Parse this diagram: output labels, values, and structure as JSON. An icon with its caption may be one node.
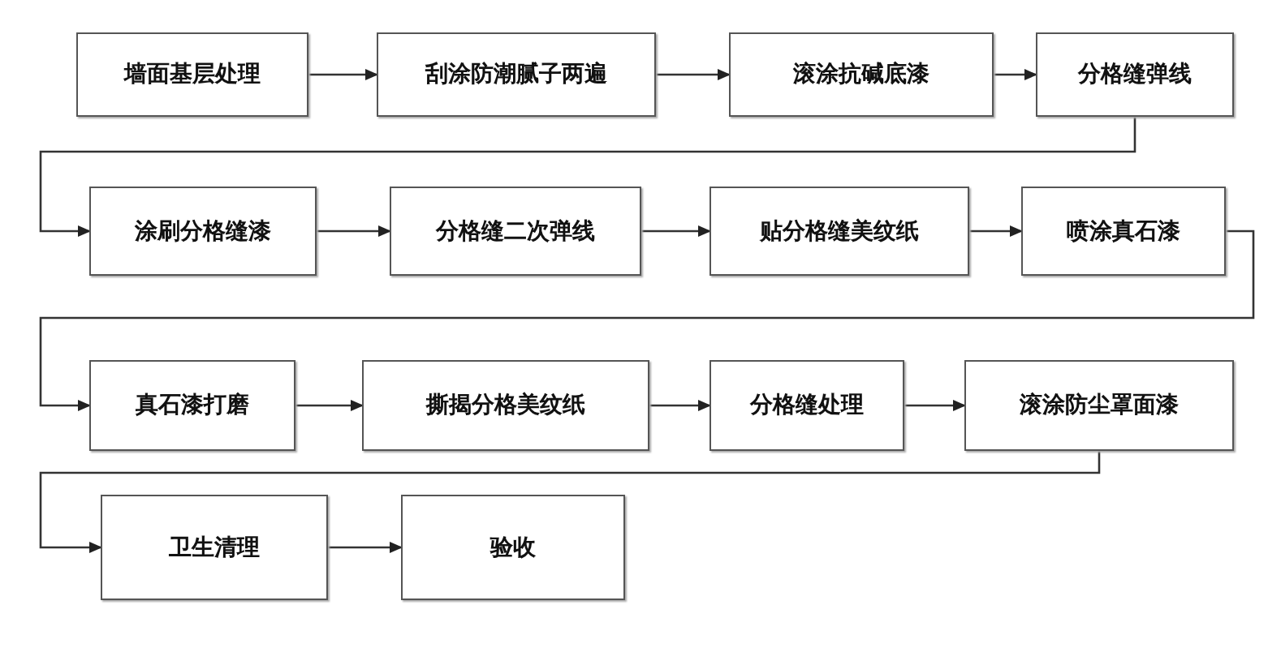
{
  "diagram": {
    "nodes": [
      {
        "text": [
          "墙面基层处理"
        ]
      },
      {
        "text": [
          "刮涂防潮腻子两遍"
        ]
      },
      {
        "text": [
          "滚涂抗碱底漆"
        ]
      },
      {
        "text": [
          "分格缝弹线"
        ]
      },
      {
        "text": [
          "涂刷分格缝漆"
        ]
      },
      {
        "text": [
          "分格缝二次弹线"
        ]
      },
      {
        "text": [
          "贴分格缝美纹纸"
        ]
      },
      {
        "text": [
          "喷涂真石漆"
        ]
      },
      {
        "text": [
          "真石漆打磨"
        ]
      },
      {
        "text": [
          "撕揭分格美纹纸"
        ]
      },
      {
        "text": [
          "分格缝处理"
        ]
      },
      {
        "text": [
          "滚涂防尘罩面漆"
        ]
      },
      {
        "text": [
          "卫生清理"
        ]
      },
      {
        "text": [
          "验收"
        ]
      }
    ],
    "edges": [
      {
        "from": 0,
        "to": 1,
        "arrow": "to"
      },
      {
        "from": 1,
        "to": 2,
        "arrow": "to"
      },
      {
        "from": 2,
        "to": 3,
        "arrow": "to"
      },
      {
        "from": 3,
        "to": 4,
        "arrow": "to"
      },
      {
        "from": 4,
        "to": 5,
        "arrow": "to"
      },
      {
        "from": 5,
        "to": 6,
        "arrow": "to"
      },
      {
        "from": 6,
        "to": 7,
        "arrow": "to"
      },
      {
        "from": 7,
        "to": 8,
        "arrow": "to"
      },
      {
        "from": 8,
        "to": 9,
        "arrow": "to"
      },
      {
        "from": 9,
        "to": 10,
        "arrow": "to"
      },
      {
        "from": 10,
        "to": 11,
        "arrow": "to"
      },
      {
        "from": 11,
        "to": 12,
        "arrow": "to"
      },
      {
        "from": 12,
        "to": 13,
        "arrow": "to"
      }
    ]
  }
}
